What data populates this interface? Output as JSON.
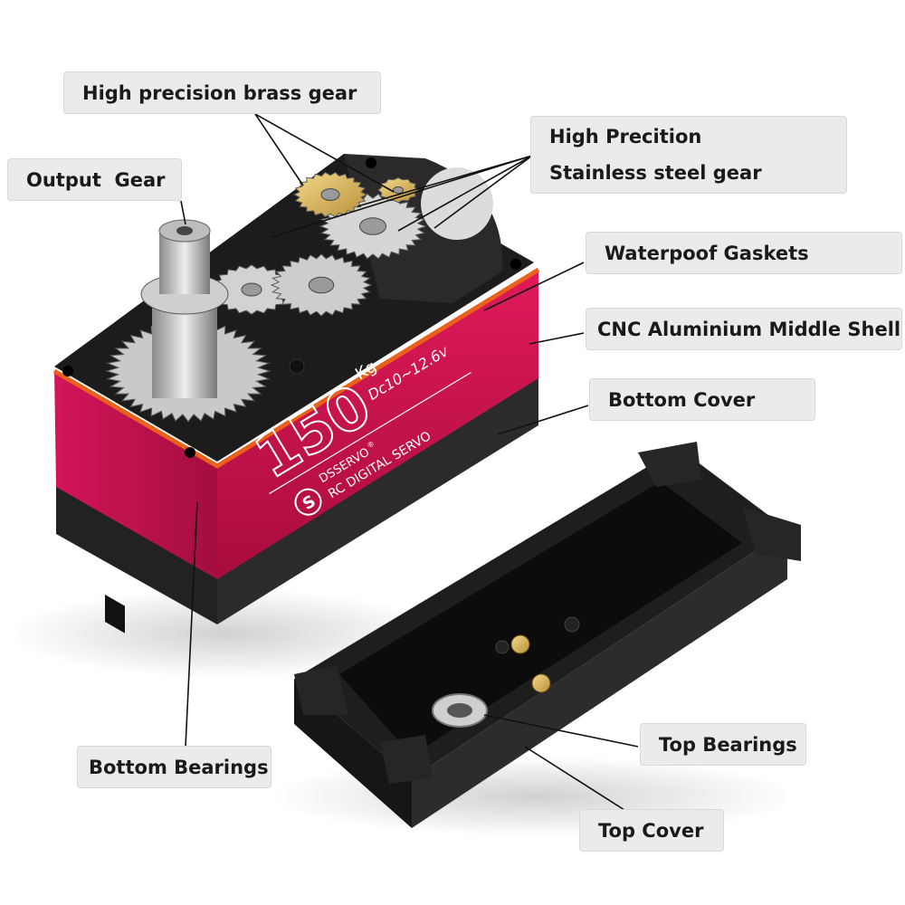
{
  "labels": {
    "brass_gear": "High precision brass gear",
    "output_gear": "Output  Gear",
    "steel_gear_line1": "High Precition",
    "steel_gear_line2": "Stainless steel gear",
    "gaskets": "Waterpoof Gaskets",
    "middle_shell": "CNC Aluminium Middle Shell",
    "bottom_cover": "Bottom Cover",
    "bottom_bearings": "Bottom Bearings",
    "top_bearings": "Top Bearings",
    "top_cover": "Top Cover"
  },
  "product_print": {
    "torque": "150",
    "unit": "Kg",
    "voltage": "Dc10~12.6v",
    "brand": "DSSERVO",
    "registered": "®",
    "model": "RC DIGITAL SERVO",
    "logo_letter": "S"
  },
  "colors": {
    "shell": "#c8124a",
    "gasket": "#e8601a",
    "plastic": "#1f1f1f",
    "label_bg": "#ebebeb"
  }
}
